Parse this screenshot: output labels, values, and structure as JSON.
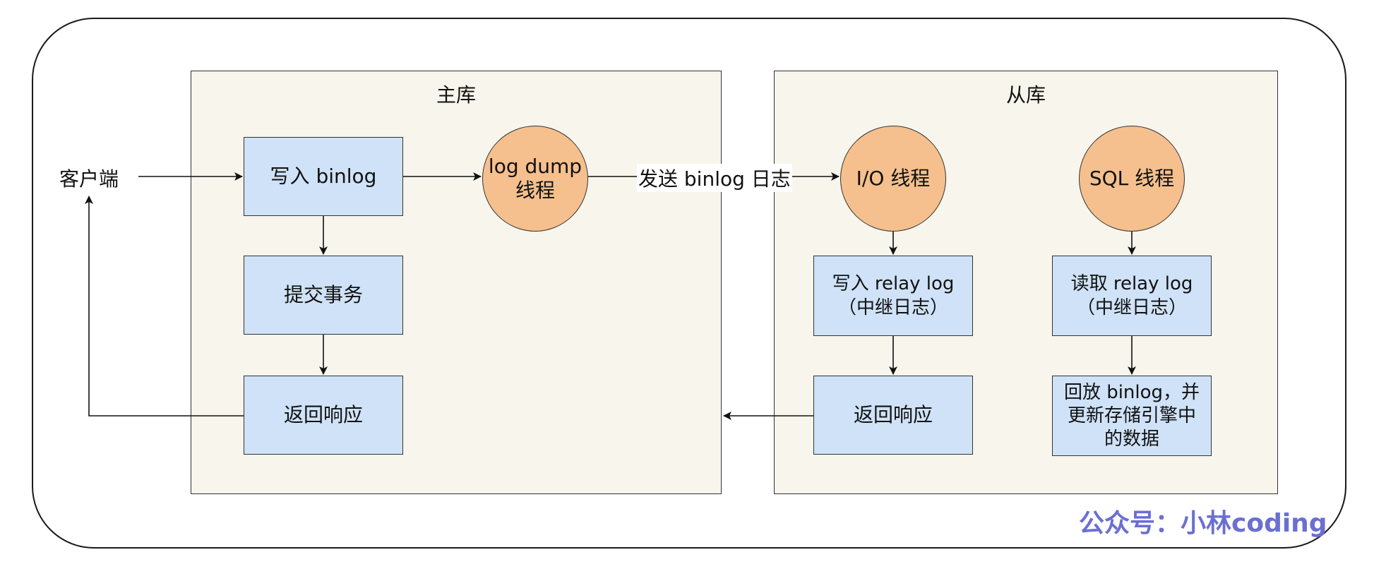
{
  "client": {
    "label": "客户端"
  },
  "master": {
    "title": "主库",
    "write_binlog": "写入 binlog",
    "commit": "提交事务",
    "respond": "返回响应",
    "dump_thread": [
      "log dump",
      "线程"
    ]
  },
  "transfer_label": "发送 binlog 日志",
  "slave": {
    "title": "从库",
    "io_thread": "I/O 线程",
    "sql_thread": "SQL 线程",
    "write_relay": [
      "写入  relay log",
      "（中继日志）"
    ],
    "read_relay": [
      "读取  relay log",
      "（中继日志）"
    ],
    "respond": "返回响应",
    "replay": [
      "回放 binlog，并",
      "更新存储引擎中",
      "的数据"
    ]
  },
  "watermark": "公众号：小林coding",
  "colors": {
    "panel_bg": "#f8f5ec",
    "box_fill": "#cfe2f7",
    "circle_fill": "#f5c08e",
    "watermark": "#6b6fd2"
  }
}
